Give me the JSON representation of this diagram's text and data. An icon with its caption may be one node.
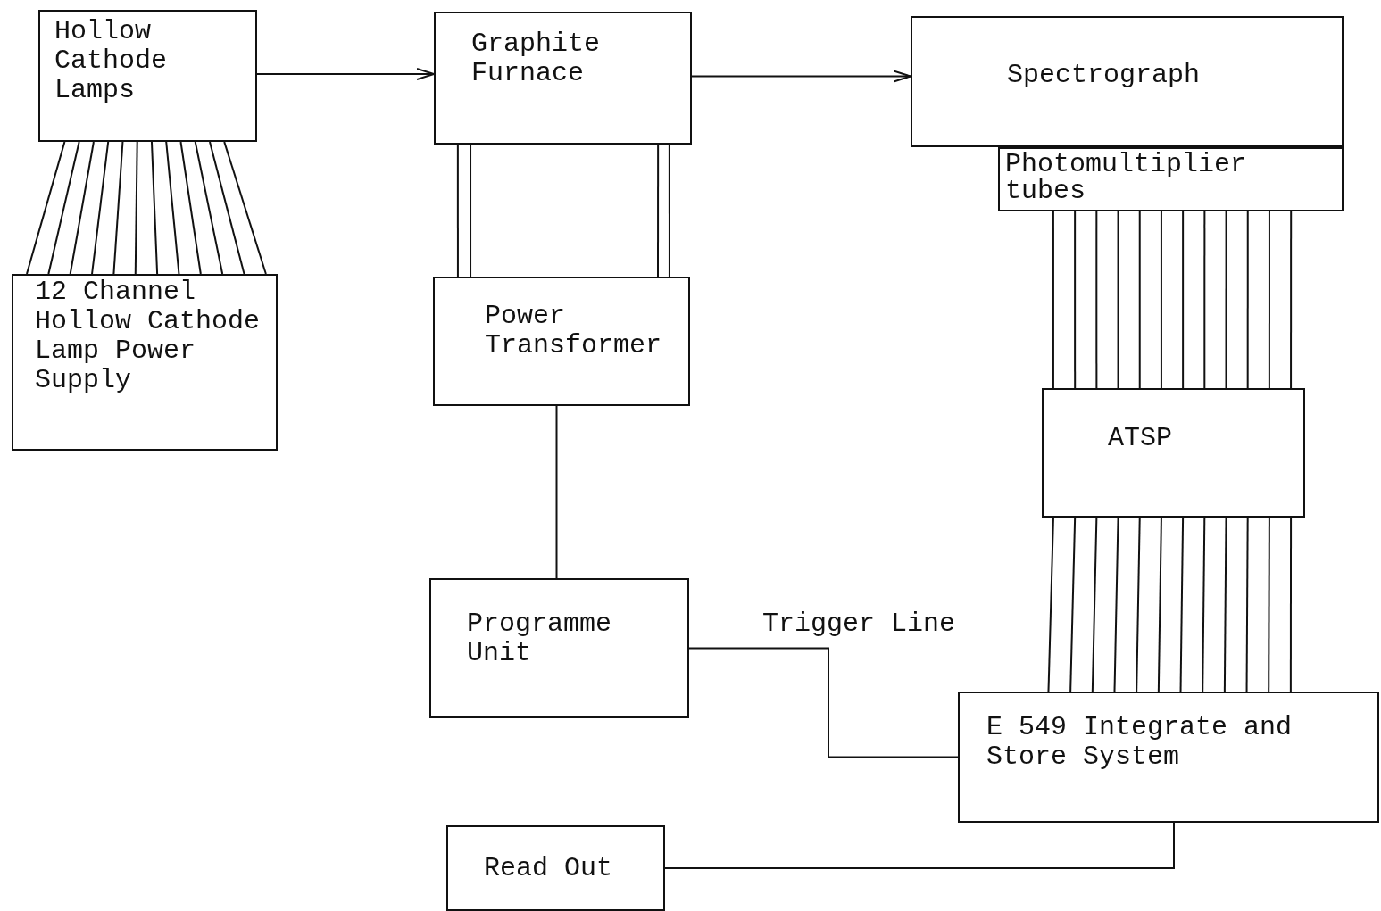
{
  "diagram": {
    "nodes": [
      {
        "text": [
          "Hollow Cathode Lamps"
        ]
      },
      {
        "text": [
          "12 Channel Hollow Cathode Lamp Power Supply"
        ]
      },
      {
        "text": [
          "Graphite Furnace"
        ]
      },
      {
        "text": [
          "Power Transformer"
        ]
      },
      {
        "text": [
          "Programme Unit"
        ]
      },
      {
        "text": [
          "Spectrograph"
        ]
      },
      {
        "text": [
          "Photomultiplier tubes"
        ]
      },
      {
        "text": [
          "ATSP"
        ]
      },
      {
        "text": [
          "E 549 Integrate and Store System"
        ]
      },
      {
        "text": [
          "Read Out"
        ]
      }
    ],
    "edges": [
      {
        "from": 0,
        "to": 1,
        "arrow": "none"
      },
      {
        "from": 0,
        "to": 1,
        "arrow": "none"
      },
      {
        "from": 0,
        "to": 1,
        "arrow": "none"
      },
      {
        "from": 0,
        "to": 1,
        "arrow": "none"
      },
      {
        "from": 0,
        "to": 1,
        "arrow": "none"
      },
      {
        "from": 0,
        "to": 1,
        "arrow": "none"
      },
      {
        "from": 0,
        "to": 1,
        "arrow": "none"
      },
      {
        "from": 0,
        "to": 1,
        "arrow": "none"
      },
      {
        "from": 0,
        "to": 1,
        "arrow": "none"
      },
      {
        "from": 0,
        "to": 1,
        "arrow": "none"
      },
      {
        "from": 0,
        "to": 1,
        "arrow": "none"
      },
      {
        "from": 0,
        "to": 1,
        "arrow": "none"
      },
      {
        "from": 0,
        "to": 2,
        "arrow": "to"
      },
      {
        "from": 2,
        "to": 5,
        "arrow": "to"
      },
      {
        "from": 2,
        "to": 3,
        "arrow": "none"
      },
      {
        "from": 2,
        "to": 3,
        "arrow": "none"
      },
      {
        "from": 2,
        "to": 3,
        "arrow": "none"
      },
      {
        "from": 2,
        "to": 3,
        "arrow": "none"
      },
      {
        "from": 3,
        "to": 4,
        "arrow": "none"
      },
      {
        "from": 6,
        "to": 7,
        "arrow": "none"
      },
      {
        "from": 6,
        "to": 7,
        "arrow": "none"
      },
      {
        "from": 6,
        "to": 7,
        "arrow": "none"
      },
      {
        "from": 6,
        "to": 7,
        "arrow": "none"
      },
      {
        "from": 6,
        "to": 7,
        "arrow": "none"
      },
      {
        "from": 6,
        "to": 7,
        "arrow": "none"
      },
      {
        "from": 6,
        "to": 7,
        "arrow": "none"
      },
      {
        "from": 6,
        "to": 7,
        "arrow": "none"
      },
      {
        "from": 6,
        "to": 7,
        "arrow": "none"
      },
      {
        "from": 6,
        "to": 7,
        "arrow": "none"
      },
      {
        "from": 6,
        "to": 7,
        "arrow": "none"
      },
      {
        "from": 6,
        "to": 7,
        "arrow": "none"
      },
      {
        "from": 7,
        "to": 8,
        "arrow": "none"
      },
      {
        "from": 7,
        "to": 8,
        "arrow": "none"
      },
      {
        "from": 7,
        "to": 8,
        "arrow": "none"
      },
      {
        "from": 7,
        "to": 8,
        "arrow": "none"
      },
      {
        "from": 7,
        "to": 8,
        "arrow": "none"
      },
      {
        "from": 7,
        "to": 8,
        "arrow": "none"
      },
      {
        "from": 7,
        "to": 8,
        "arrow": "none"
      },
      {
        "from": 7,
        "to": 8,
        "arrow": "none"
      },
      {
        "from": 7,
        "to": 8,
        "arrow": "none"
      },
      {
        "from": 7,
        "to": 8,
        "arrow": "none"
      },
      {
        "from": 7,
        "to": 8,
        "arrow": "none"
      },
      {
        "from": 7,
        "to": 8,
        "arrow": "none"
      },
      {
        "from": 4,
        "to": 8,
        "arrow": "none",
        "label": "Trigger Line"
      },
      {
        "from": 8,
        "to": 9,
        "arrow": "none"
      }
    ]
  }
}
